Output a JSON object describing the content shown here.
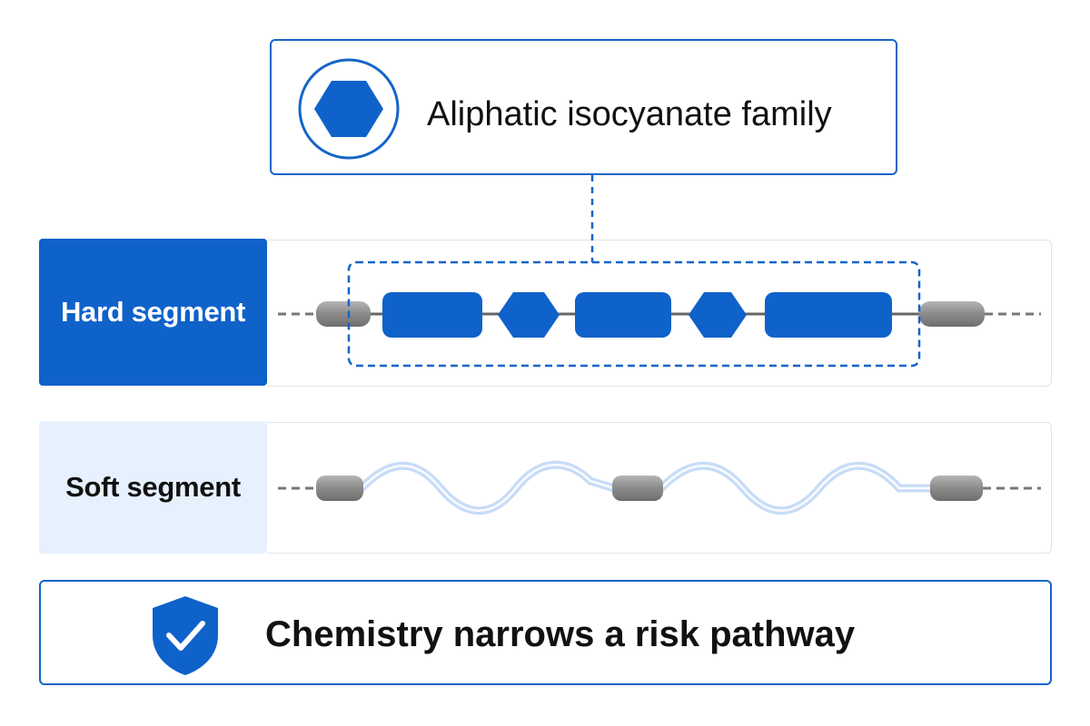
{
  "family": {
    "title": "Aliphatic isocyanate family",
    "icon": "hexagon-icon"
  },
  "segments": {
    "hard": {
      "label": "Hard segment"
    },
    "soft": {
      "label": "Soft segment"
    }
  },
  "callout": {
    "text": "Chemistry narrows a risk pathway",
    "icon": "shield-check-icon"
  },
  "colors": {
    "primary": "#0f62c9",
    "border": "#1565c8",
    "soft_fill": "#e6f1fd",
    "linker": "#8a8a8a",
    "chain": "#c7dcf7"
  }
}
